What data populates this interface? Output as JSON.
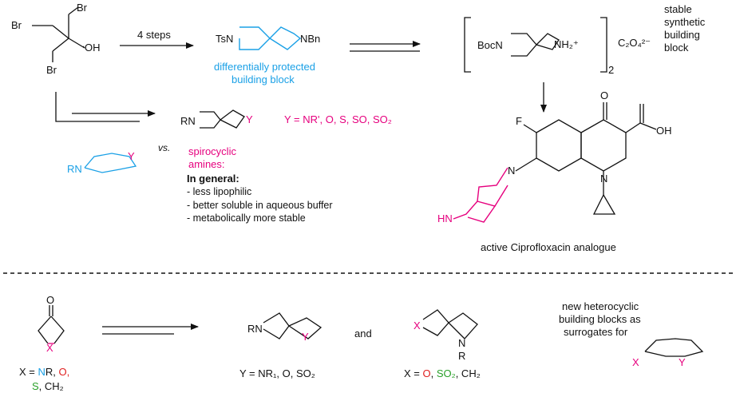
{
  "top": {
    "sm_br1": "Br",
    "sm_br2": "Br",
    "sm_br3": "Br",
    "sm_oh": "OH",
    "steps": "4 steps",
    "ts": "TsN",
    "nbn": "NBn",
    "bb_line1": "differentially protected",
    "bb_line2": "building block",
    "bocn": "BocN",
    "nh2": "NH₂⁺",
    "sub2": "2",
    "oxalate": "C₂O₄²⁻",
    "stable_line1": "stable",
    "stable_line2": "synthetic",
    "stable_line3": "building",
    "stable_line4": "block"
  },
  "mid": {
    "rn": "RN",
    "y": "Y",
    "y_def": "Y = NR', O, S, SO, SO₂",
    "vs": "vs.",
    "pip_rn": "RN",
    "pip_y": "Y",
    "spiro_line1": "spirocyclic",
    "spiro_line2": "amines:",
    "general": "In general:",
    "prop1": "- less lipophilic",
    "prop2": "- better soluble in aqueous buffer",
    "prop3": "- metabolically more stable"
  },
  "cipro": {
    "o": "O",
    "f": "F",
    "oh": "OH",
    "n_ring": "N",
    "n_az": "N",
    "hn": "HN",
    "caption": "active Ciprofloxacin analogue"
  },
  "bottom": {
    "o": "O",
    "x": "X",
    "x_def_a": "X = ",
    "x_def_n": "N",
    "x_def_r": "R, ",
    "x_def_o": "O,",
    "x_def_s": "S",
    "x_def_ch2": ", CH₂",
    "rn": "RN",
    "y": "Y",
    "y_def": "Y = NR₁, O, SO₂",
    "and": "and",
    "x2": "X",
    "n2": "N",
    "r2": "R",
    "x2_def_a": "X = ",
    "x2_def_o": "O",
    "x2_def_comma": ", ",
    "x2_def_so2": "SO₂",
    "x2_def_ch2": ", CH₂",
    "new_line1": "new heterocyclic",
    "new_line2": "building blocks as",
    "new_line3": "surrogates for",
    "sur_x": "X",
    "sur_y": "Y"
  },
  "colors": {
    "blue": "#1aa0e6",
    "magenta": "#e6007e",
    "green": "#2aa02a",
    "black": "#111111"
  }
}
